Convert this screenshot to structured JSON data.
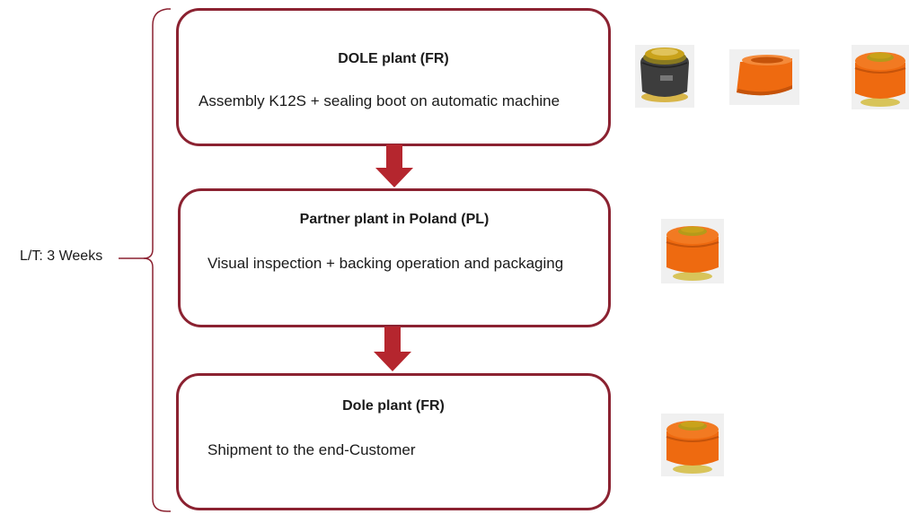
{
  "lead_time_label": "L/T: 3 Weeks",
  "steps": [
    {
      "title": "DOLE plant (FR)",
      "text": "Assembly K12S + sealing boot on automatic machine"
    },
    {
      "title": "Partner plant in Poland (PL)",
      "text": "Visual inspection + backing operation and packaging"
    },
    {
      "title": "Dole plant (FR)",
      "text": "Shipment to the end-Customer"
    }
  ],
  "colors": {
    "box_border": "#8b2231",
    "arrow": "#b5262e",
    "part_orange": "#ee6a10",
    "part_cap": "#c9a21a"
  },
  "images": [
    {
      "name": "sensor-with-gold-cap",
      "step": 1
    },
    {
      "name": "orange-sealing-boot",
      "step": 1
    },
    {
      "name": "assembled-sensor-orange",
      "step": 1
    },
    {
      "name": "assembled-sensor-orange",
      "step": 2
    },
    {
      "name": "assembled-sensor-orange",
      "step": 3
    }
  ]
}
